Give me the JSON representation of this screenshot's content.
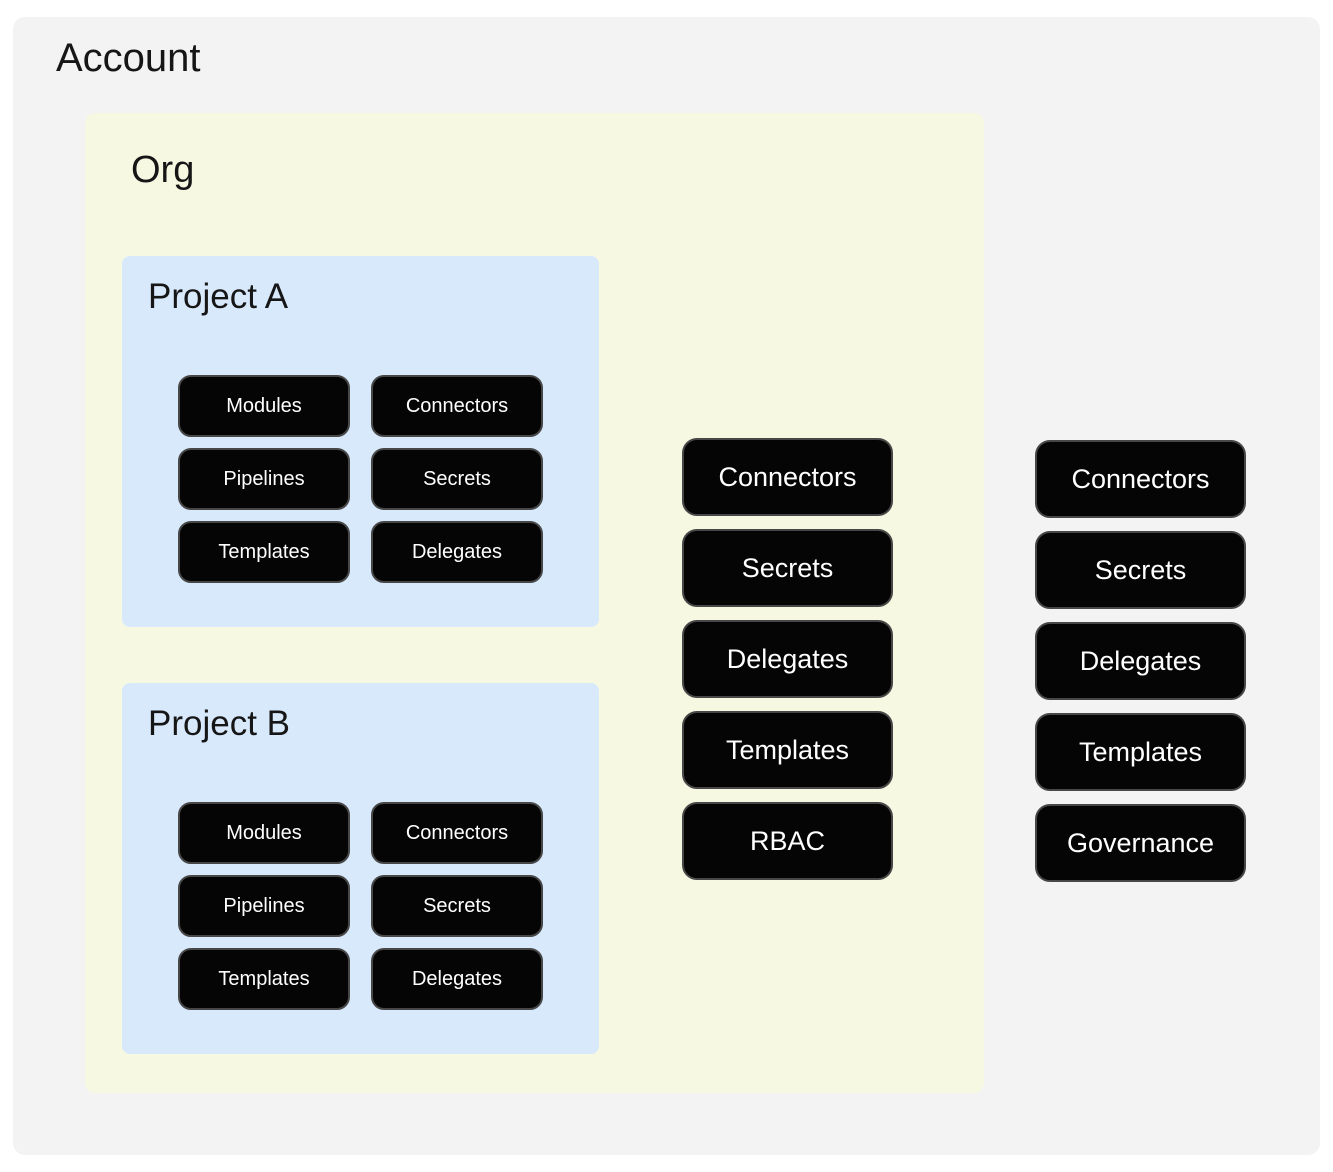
{
  "colors": {
    "page-bg": "#ffffff",
    "account-fill": "#f3f3f4",
    "org-fill": "#f6f8e2",
    "project-fill": "#d8e9fc",
    "node-fill": "#050505",
    "node-border": "#474747",
    "node-text": "#ffffff",
    "title-text": "#161616"
  },
  "account": {
    "title": "Account",
    "resources": [
      "Connectors",
      "Secrets",
      "Delegates",
      "Templates",
      "Governance"
    ],
    "org": {
      "title": "Org",
      "resources": [
        "Connectors",
        "Secrets",
        "Delegates",
        "Templates",
        "RBAC"
      ],
      "projects": [
        {
          "title": "Project A",
          "resources": [
            "Modules",
            "Connectors",
            "Pipelines",
            "Secrets",
            "Templates",
            "Delegates"
          ]
        },
        {
          "title": "Project B",
          "resources": [
            "Modules",
            "Connectors",
            "Pipelines",
            "Secrets",
            "Templates",
            "Delegates"
          ]
        }
      ]
    }
  }
}
